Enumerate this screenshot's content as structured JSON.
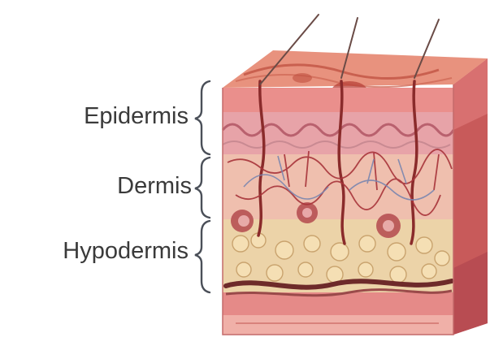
{
  "labels": {
    "epidermis": "Epidermis",
    "dermis": "Dermis",
    "hypodermis": "Hypodermis"
  },
  "colors": {
    "label_text": "#3a3a3a",
    "bracket": "#4a4f58",
    "surface": "#e8927e",
    "epidermis_layer": "#e7a3a8",
    "dermis_layer": "#efbfae",
    "hypodermis_layer": "#ecd3a8",
    "muscle_layer": "#e58a88",
    "right_face": "#c85a5a",
    "vessel": "#8a2b2b",
    "nerve": "#7a86b0"
  }
}
